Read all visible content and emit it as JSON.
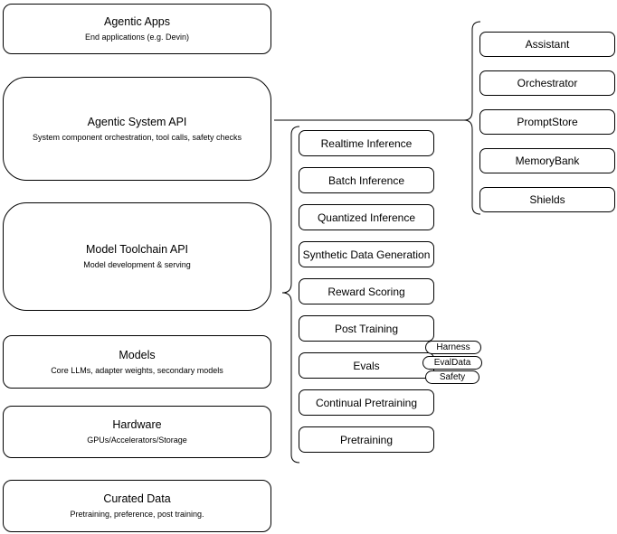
{
  "colors": {
    "stroke": "#000000",
    "background": "#ffffff",
    "text": "#000000"
  },
  "stack": [
    {
      "title": "Agentic Apps",
      "subtitle": "End applications (e.g. Devin)"
    },
    {
      "title": "Agentic System API",
      "subtitle": "System component orchestration, tool calls, safety checks"
    },
    {
      "title": "Model Toolchain API",
      "subtitle": "Model development & serving"
    },
    {
      "title": "Models",
      "subtitle": "Core LLMs, adapter weights, secondary models"
    },
    {
      "title": "Hardware",
      "subtitle": "GPUs/Accelerators/Storage"
    },
    {
      "title": "Curated Data",
      "subtitle": "Pretraining, preference, post training."
    }
  ],
  "toolchain": [
    "Realtime Inference",
    "Batch Inference",
    "Quantized Inference",
    "Synthetic Data Generation",
    "Reward Scoring",
    "Post Training",
    "Evals",
    "Continual Pretraining",
    "Pretraining"
  ],
  "evals_tags": [
    "Harness",
    "EvalData",
    "Safety"
  ],
  "components": [
    "Assistant",
    "Orchestrator",
    "PromptStore",
    "MemoryBank",
    "Shields"
  ]
}
